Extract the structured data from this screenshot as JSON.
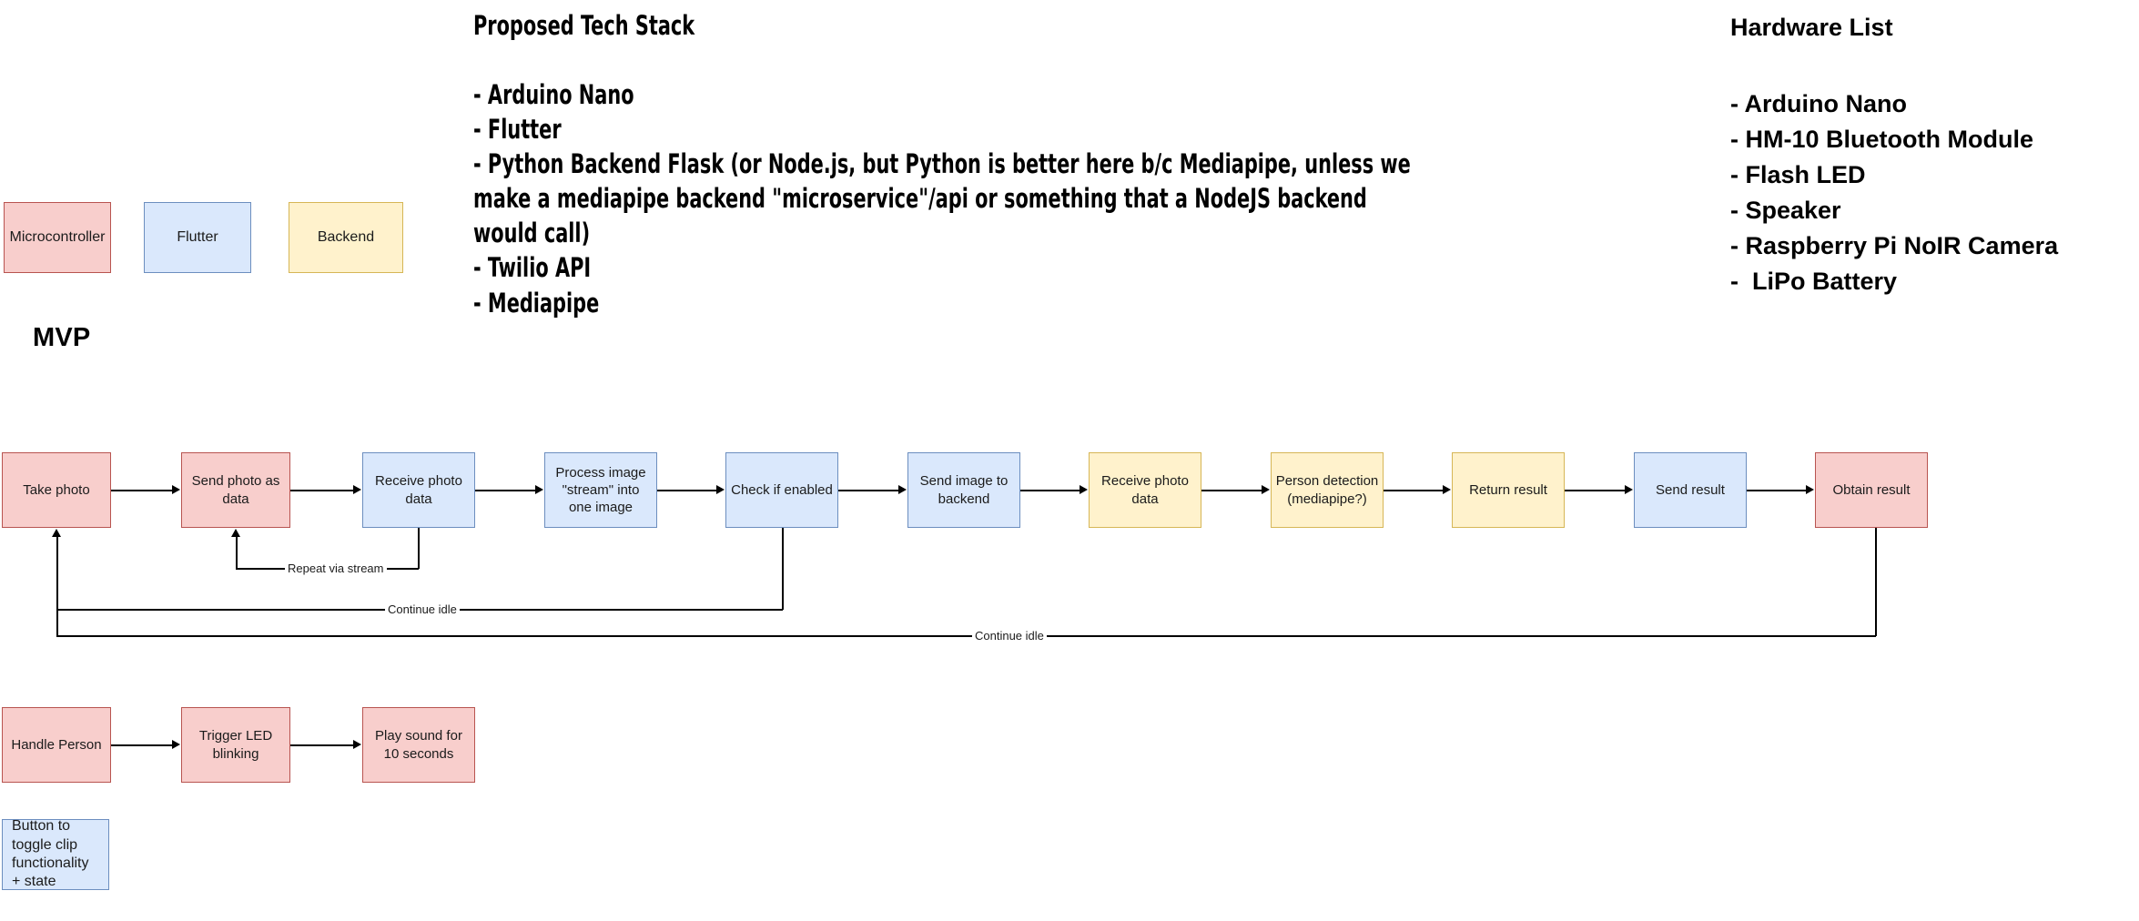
{
  "legend": {
    "items": [
      {
        "label": "Microcontroller",
        "color": "#f8cecc",
        "border": "#b85450"
      },
      {
        "label": "Flutter",
        "color": "#dae8fc",
        "border": "#6c8ebf"
      },
      {
        "label": "Backend",
        "color": "#fff2cc",
        "border": "#d6b656"
      }
    ]
  },
  "mvp_label": "MVP",
  "tech_stack": {
    "title": "Proposed Tech Stack",
    "lines": [
      "- Arduino Nano",
      "- Flutter",
      "- Python Backend Flask (or Node.js, but Python is better here b/c Mediapipe, unless we",
      "make a mediapipe backend \"microservice\"/api or something that a NodeJS backend",
      "would call)",
      "- Twilio API",
      "- Mediapipe"
    ]
  },
  "hardware_list": {
    "title": "Hardware List",
    "lines": [
      "- Arduino Nano",
      "- HM-10 Bluetooth Module",
      "- Flash LED",
      "- Speaker",
      "- Raspberry Pi NoIR Camera",
      "-  LiPo Battery"
    ]
  },
  "flow": {
    "nodes": [
      {
        "id": "take-photo",
        "label": "Take photo",
        "type": "microcontroller"
      },
      {
        "id": "send-photo",
        "label": "Send photo as data",
        "type": "microcontroller"
      },
      {
        "id": "receive-photo",
        "label": "Receive photo data",
        "type": "flutter"
      },
      {
        "id": "process-image",
        "label": "Process image \"stream\" into one image",
        "type": "flutter"
      },
      {
        "id": "check-enabled",
        "label": "Check if enabled",
        "type": "flutter"
      },
      {
        "id": "send-image",
        "label": "Send image to backend",
        "type": "flutter"
      },
      {
        "id": "receive-photo-be",
        "label": "Receive photo data",
        "type": "backend"
      },
      {
        "id": "person-detection",
        "label": "Person detection (mediapipe?)",
        "type": "backend"
      },
      {
        "id": "return-result",
        "label": "Return result",
        "type": "backend"
      },
      {
        "id": "send-result",
        "label": "Send result",
        "type": "flutter"
      },
      {
        "id": "obtain-result",
        "label": "Obtain result",
        "type": "microcontroller"
      }
    ],
    "edge_labels": {
      "repeat_via_stream": "Repeat via stream",
      "continue_idle_short": "Continue idle",
      "continue_idle_long": "Continue idle"
    }
  },
  "handler_flow": {
    "nodes": [
      {
        "id": "handle-person",
        "label": "Handle Person",
        "type": "microcontroller"
      },
      {
        "id": "trigger-led",
        "label": "Trigger LED blinking",
        "type": "microcontroller"
      },
      {
        "id": "play-sound",
        "label": "Play sound for 10 seconds",
        "type": "microcontroller"
      }
    ]
  },
  "toggle_note": {
    "label": "Button to toggle clip functionality + state"
  }
}
